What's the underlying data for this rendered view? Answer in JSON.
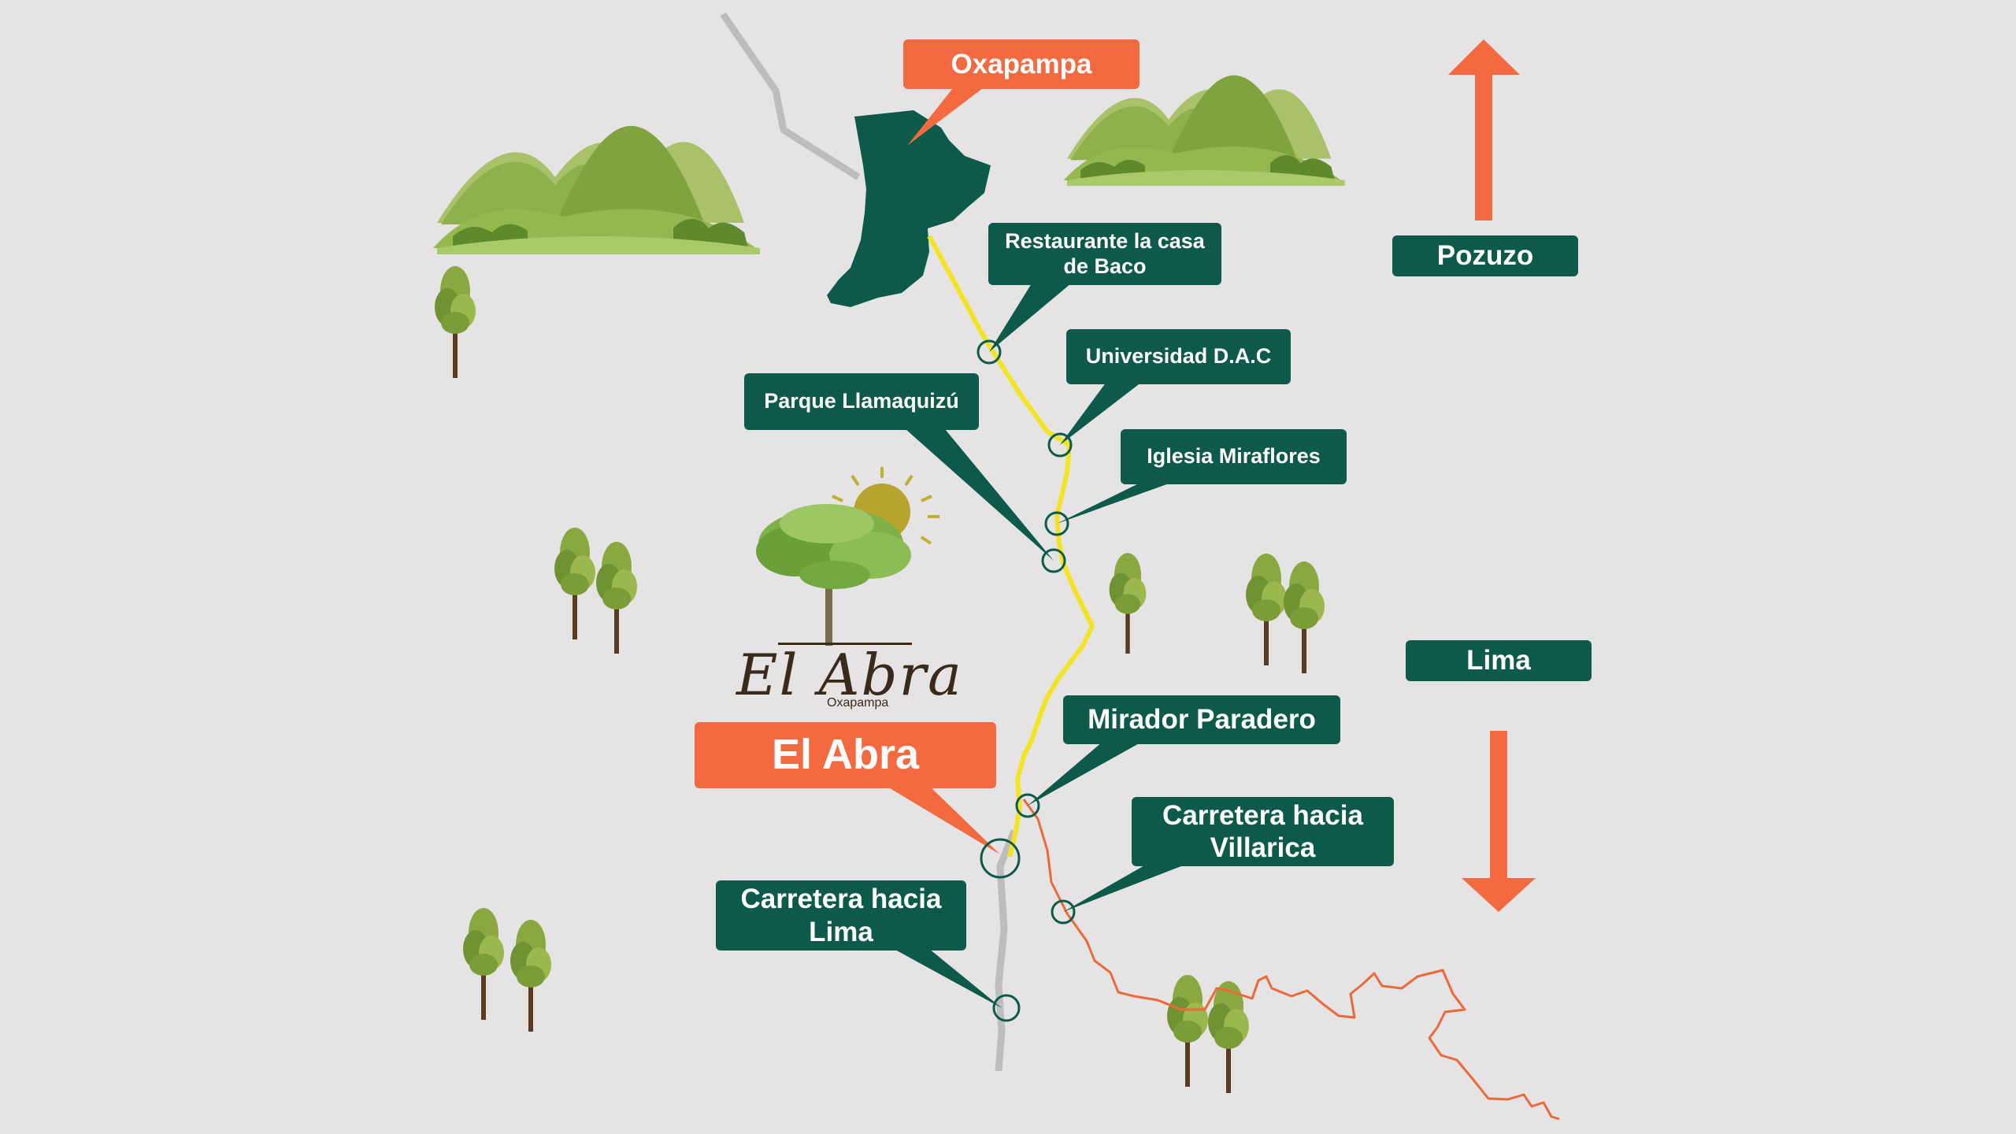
{
  "labels": {
    "oxapampa": "Oxapampa",
    "restaurante": "Restaurante la casa\nde Baco",
    "universidad": "Universidad D.A.C",
    "parque": "Parque Llamaquizú",
    "iglesia": "Iglesia Miraflores",
    "mirador": "Mirador Paradero",
    "el_abra": "El Abra",
    "villarica": "Carretera hacia\nVillarica",
    "carretera_lima": "Carretera hacia\nLima",
    "pozuzo": "Pozuzo",
    "lima": "Lima"
  },
  "brand": {
    "name": "El Abra",
    "sub": "Oxapampa",
    "icons": [
      "tree-icon",
      "sun-icon"
    ]
  },
  "icons": [
    "mountain-icon",
    "tree-icon",
    "arrow-up-icon",
    "arrow-down-icon",
    "location-marker-icon"
  ],
  "colors": {
    "background": "#e5e3e3",
    "label_green": "#0d5a4a",
    "label_orange": "#f36a41",
    "route_yellow": "#f2e422",
    "road_gray": "#bdbdbd",
    "river_orange": "#ec6a3a",
    "mountain_green": "#8fb04c",
    "tree_green": "#7f9f3a"
  }
}
